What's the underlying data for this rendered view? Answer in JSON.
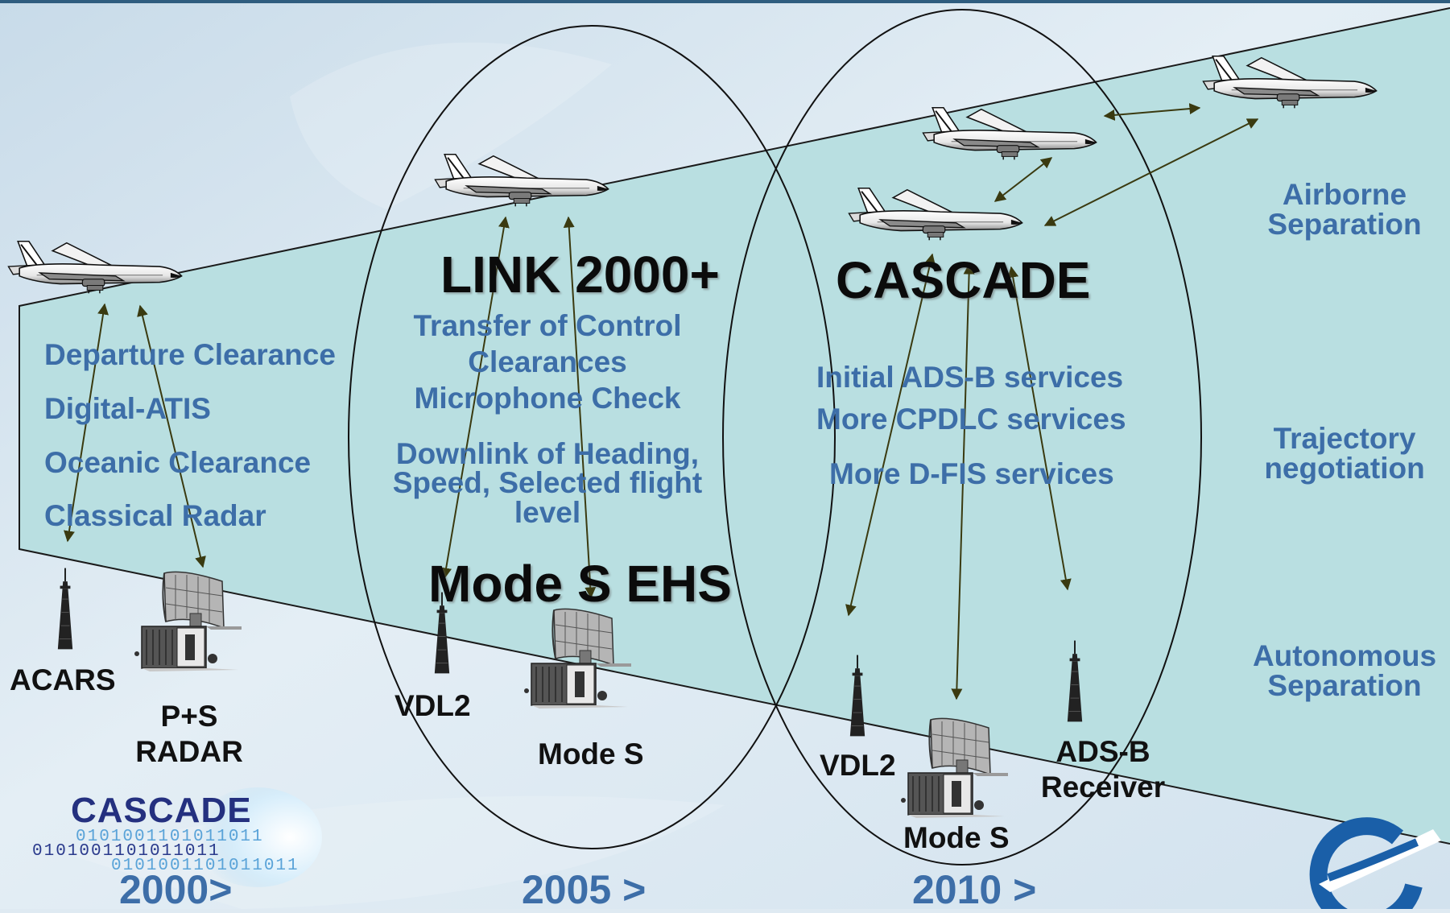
{
  "programmes": {
    "link2000": "LINK 2000+",
    "cascade": "CASCADE",
    "modes_ehs": "Mode S EHS"
  },
  "services_2000": [
    "Departure Clearance",
    "Digital-ATIS",
    "Oceanic Clearance",
    "Classical Radar"
  ],
  "services_2005": {
    "transfer": "Transfer of Control",
    "clearances": "Clearances",
    "mic_check": "Microphone Check",
    "downlink_1": "Downlink of Heading,",
    "downlink_2": "Speed, Selected flight",
    "downlink_3": "level"
  },
  "services_2010": [
    "Initial ADS-B services",
    "More CPDLC services",
    "More D-FIS services"
  ],
  "future": {
    "airborne_1": "Airborne",
    "airborne_2": "Separation",
    "trajectory_1": "Trajectory",
    "trajectory_2": "negotiation",
    "autonomous_1": "Autonomous",
    "autonomous_2": "Separation"
  },
  "ground": {
    "acars": "ACARS",
    "ps_radar_1": "P+S",
    "ps_radar_2": "RADAR",
    "vdl2_2005": "VDL2",
    "modes_2005": "Mode S",
    "vdl2_2010": "VDL2",
    "modes_2010": "Mode S",
    "adsb_1": "ADS-B",
    "adsb_2": "Receiver"
  },
  "timeline": [
    "2000>",
    "2005 >",
    "2010 >"
  ],
  "logo": {
    "word": "CASCADE",
    "bits_1": "0101001101011011",
    "bits_2": "0101001101011011",
    "bits_3": "0101001101011011"
  },
  "colors": {
    "airspace": "#b9dfe1",
    "text_blue": "#3d6ea8",
    "arrow": "#3a3a10",
    "logo_navy": "#24307f"
  },
  "icons": [
    "airplane-icon",
    "antenna-tower-icon",
    "radar-icon",
    "eurocontrol-logo-icon"
  ]
}
